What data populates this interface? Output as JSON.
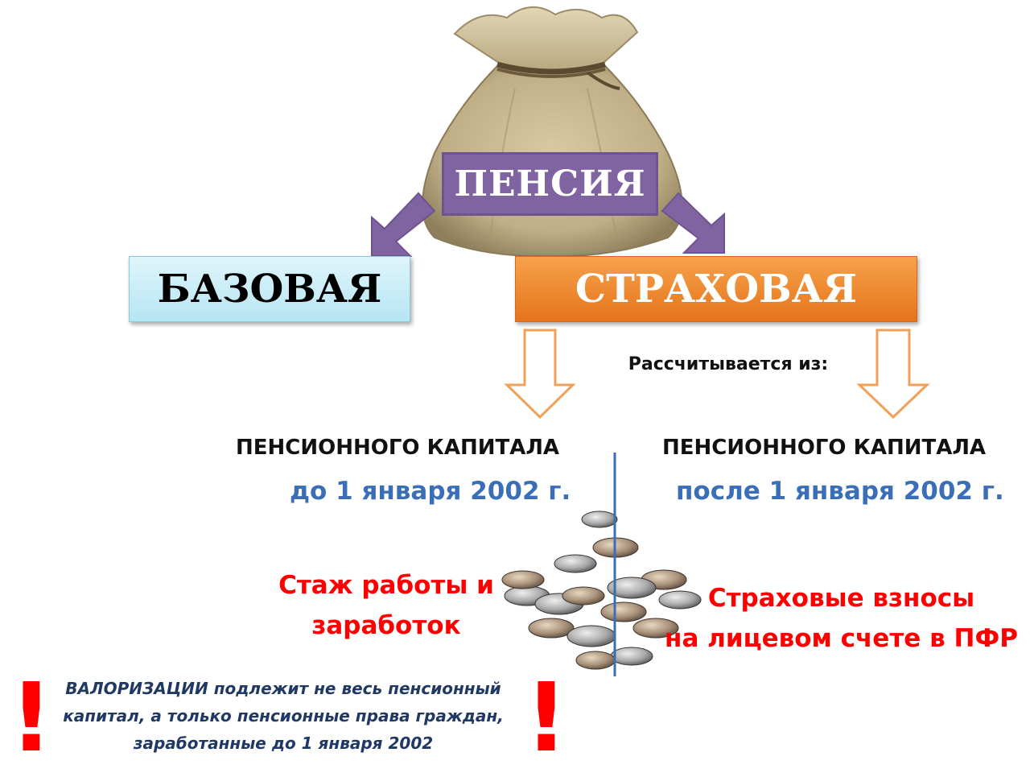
{
  "diagram": {
    "root": "ПЕНСИЯ",
    "branches": {
      "base": "БАЗОВАЯ",
      "insurance": "СТРАХОВАЯ"
    },
    "calculated_from": "Рассчитывается из:",
    "left_column": {
      "heading": "ПЕНСИОННОГО КАПИТАЛА",
      "date": "до 1 января 2002 г.",
      "factor_line1": "Стаж работы и",
      "factor_line2": "заработок"
    },
    "right_column": {
      "heading": "ПЕНСИОННОГО КАПИТАЛА",
      "date": "после 1 января 2002 г.",
      "factor_line1": "Страховые взносы",
      "factor_line2": "на лицевом счете в ПФР"
    }
  },
  "note": {
    "line1": "ВАЛОРИЗАЦИИ подлежит не весь пенсионный",
    "line2": "капитал, а только пенсионные права граждан,",
    "line3": "заработанные до 1 января 2002",
    "mark_left": "!",
    "mark_right": "!"
  },
  "colors": {
    "root_box": "#8064a2",
    "base_box": "#b6e5f3",
    "insurance_box": "#e5741c",
    "date_text": "#3a6fb8",
    "factor_text": "#ff0000",
    "divider": "#3a6fb8",
    "note_text": "#1f3864"
  },
  "icons": [
    "money-bag-icon",
    "coin-stack-icon"
  ]
}
